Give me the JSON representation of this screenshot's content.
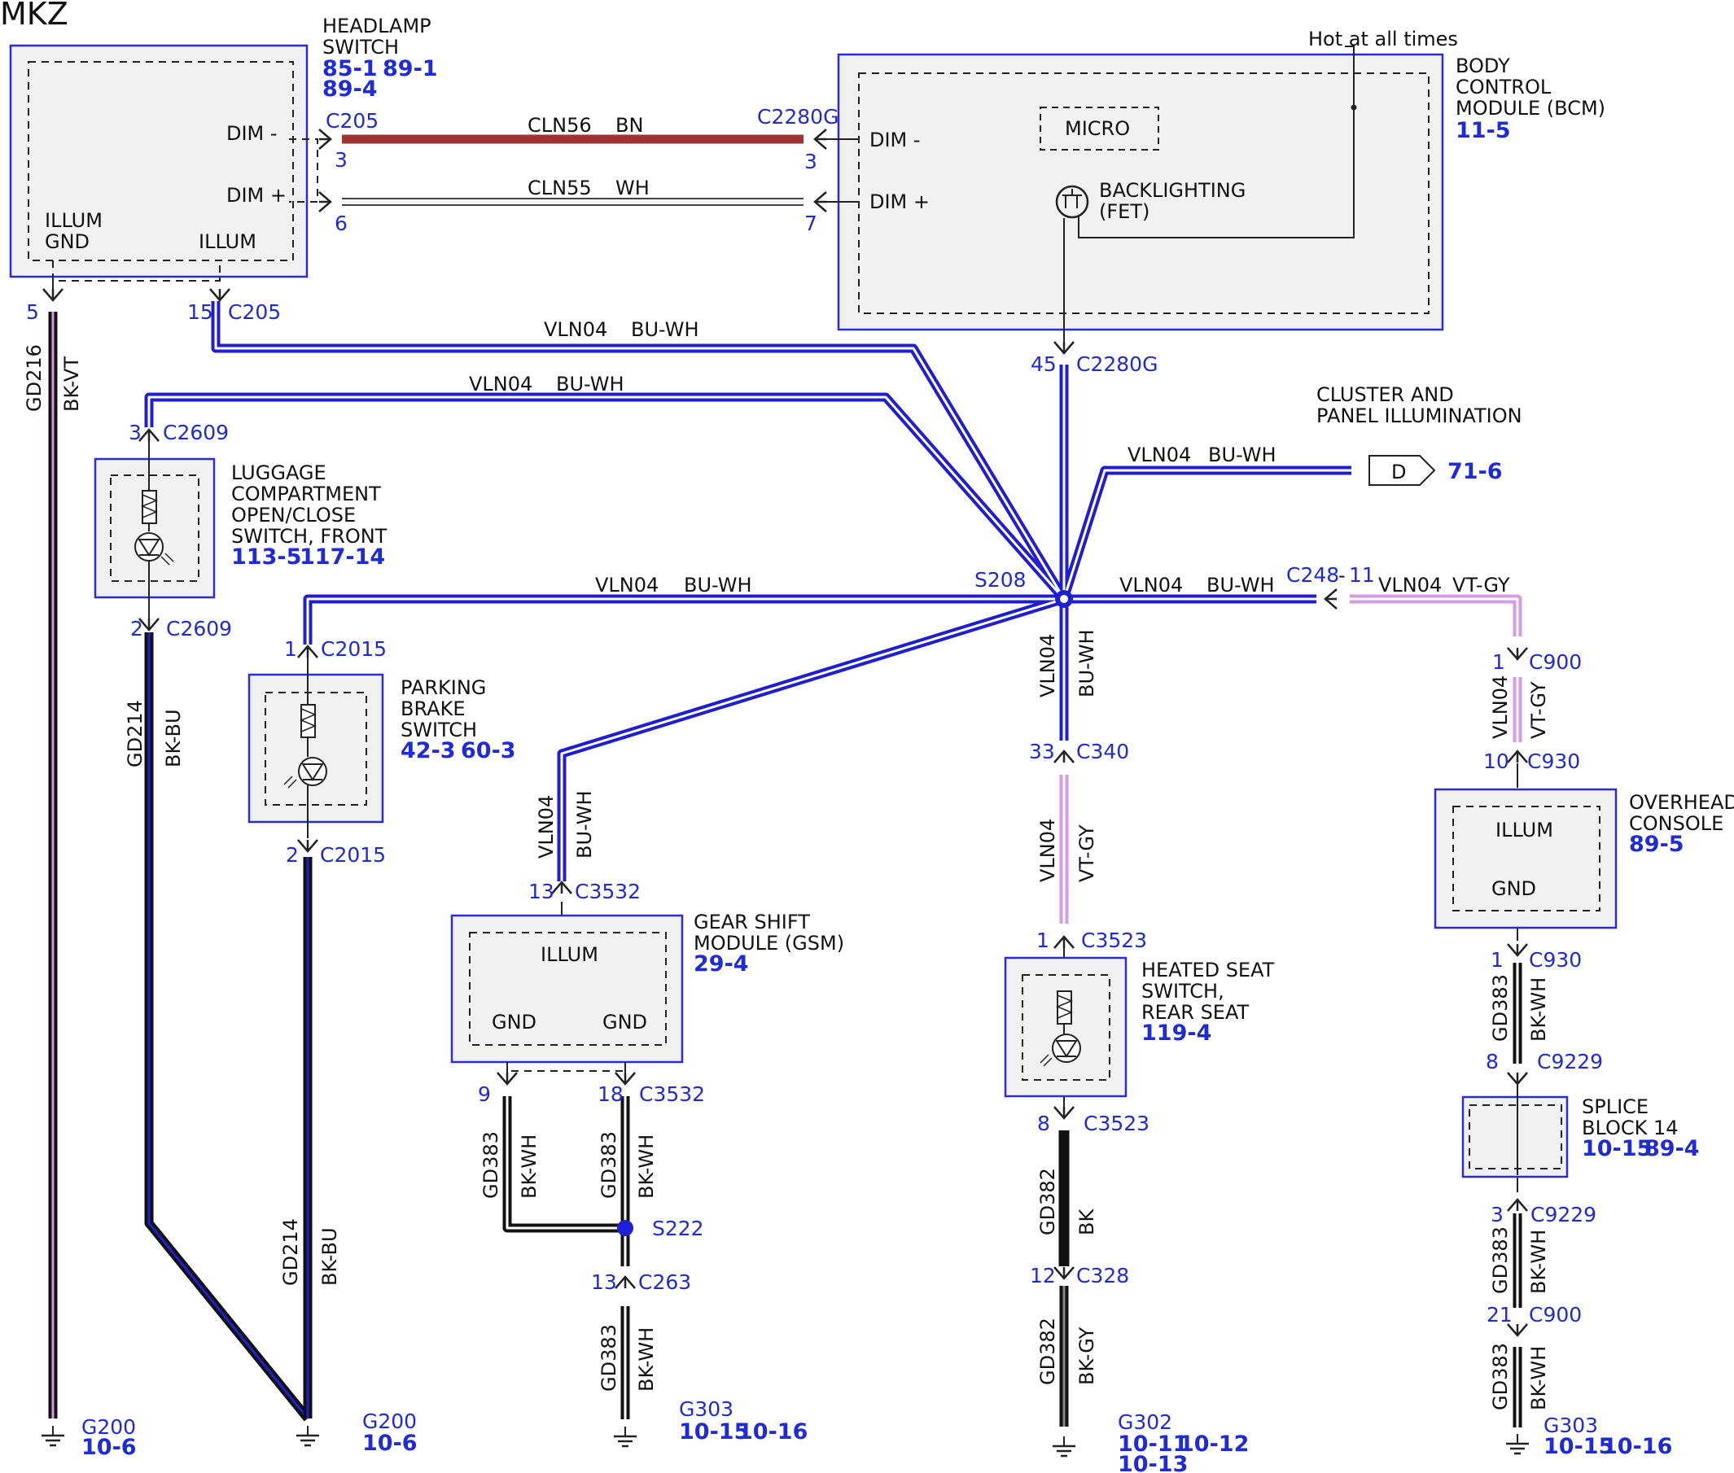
{
  "title": "MKZ",
  "colors": {
    "blue_wire": "#1f1fd1",
    "brown_wire": "#a03232",
    "violet_wire": "#d59be3",
    "black_wire": "#111111",
    "label_blue": "#1f2bd6",
    "box_fill": "#f1f1f1"
  },
  "components": {
    "headlamp": {
      "name_line1": "HEADLAMP",
      "name_line2": "SWITCH",
      "ref_a": "85-1",
      "ref_b": "89-1",
      "ref_c": "89-4",
      "pin_dim_neg": "DIM -",
      "pin_dim_pos": "DIM +",
      "illum_gnd_1": "ILLUM",
      "illum_gnd_2": "GND",
      "illum": "ILLUM"
    },
    "bcm": {
      "name_line1": "BODY",
      "name_line2": "CONTROL",
      "name_line3": "MODULE (BCM)",
      "ref": "11-5",
      "hot": "Hot at all times",
      "micro": "MICRO",
      "backlight_1": "BACKLIGHTING",
      "backlight_2": "(FET)",
      "pin_dim_neg": "DIM -",
      "pin_dim_pos": "DIM +"
    },
    "cluster": {
      "line1": "CLUSTER AND",
      "line2": "PANEL ILLUMINATION",
      "connector": "D",
      "ref": "71-6"
    },
    "luggage": {
      "line1": "LUGGAGE",
      "line2": "COMPARTMENT",
      "line3": "OPEN/CLOSE",
      "line4": "SWITCH, FRONT",
      "ref_a": "113-5",
      "ref_b": "117-14"
    },
    "parking": {
      "line1": "PARKING",
      "line2": "BRAKE",
      "line3": "SWITCH",
      "ref_a": "42-3",
      "ref_b": "60-3"
    },
    "gsm": {
      "line1": "GEAR SHIFT",
      "line2": "MODULE (GSM)",
      "ref": "29-4",
      "illum": "ILLUM",
      "gnd1": "GND",
      "gnd2": "GND"
    },
    "heated": {
      "line1": "HEATED SEAT",
      "line2": "SWITCH,",
      "line3": "REAR SEAT",
      "ref": "119-4"
    },
    "overhead": {
      "line1": "OVERHEAD",
      "line2": "CONSOLE",
      "ref": "89-5",
      "illum": "ILLUM",
      "gnd": "GND"
    },
    "splice": {
      "line1": "SPLICE",
      "line2": "BLOCK 14",
      "ref_a": "10-15",
      "ref_b": "89-4"
    }
  },
  "connectors": {
    "c205_left": "C205",
    "pin3_left": "3",
    "pin6_left": "6",
    "c2280g_top": "C2280G",
    "pin3_right": "3",
    "pin7_right": "7",
    "pin5": "5",
    "pin15": "15",
    "c205_bottom": "C205",
    "pin45": "45",
    "c2280g_bottom": "C2280G",
    "pin3_c2609": "3",
    "c2609_top": "C2609",
    "pin2_c2609": "2",
    "c2609_bottom": "C2609",
    "pin1_c2015": "1",
    "c2015_top": "C2015",
    "pin2_c2015": "2",
    "c2015_bottom": "C2015",
    "s208": "S208",
    "c248": "C248",
    "pin11": "11",
    "pin1_c900": "1",
    "c900_top": "C900",
    "pin10_c930": "10",
    "c930_top": "C930",
    "pin33": "33",
    "c340": "C340",
    "pin13_c3532": "13",
    "c3532_top": "C3532",
    "pin9": "9",
    "pin18": "18",
    "c3532_bottom": "C3532",
    "s222": "S222",
    "pin13_c263": "13",
    "c263": "C263",
    "pin1_c3523": "1",
    "c3523_top": "C3523",
    "pin8_c3523": "8",
    "c3523_bottom": "C3523",
    "pin12": "12",
    "c328": "C328",
    "pin1_c930": "1",
    "c930_bottom": "C930",
    "pin8_c9229": "8",
    "c9229_top": "C9229",
    "pin3_c9229": "3",
    "c9229_bottom": "C9229",
    "pin21": "21",
    "c900_bottom": "C900"
  },
  "wires": {
    "cln56": "CLN56",
    "bn": "BN",
    "cln55": "CLN55",
    "wh": "WH",
    "vln04": "VLN04",
    "bu_wh": "BU-WH",
    "vt_gy": "VT-GY",
    "gd216": "GD216",
    "bk_vt": "BK-VT",
    "gd214": "GD214",
    "bk_bu": "BK-BU",
    "gd383": "GD383",
    "bk_wh": "BK-WH",
    "gd382": "GD382",
    "bk": "BK",
    "bk_gy": "BK-GY"
  },
  "grounds": {
    "g200": "G200",
    "ref_10_6": "10-6",
    "g303": "G303",
    "ref_10_15": "10-15",
    "ref_10_16": "10-16",
    "g302": "G302",
    "ref_10_11": "10-11",
    "ref_10_12": "10-12",
    "ref_10_13": "10-13"
  }
}
